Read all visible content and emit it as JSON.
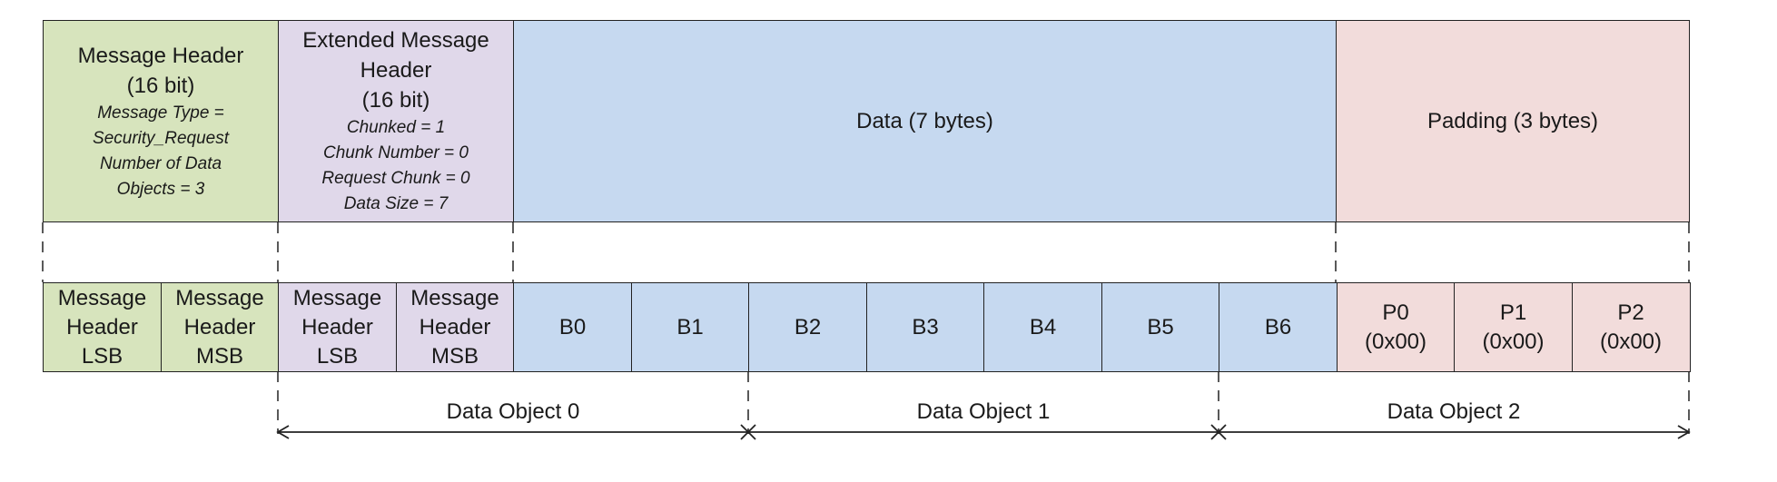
{
  "top": {
    "message_header": {
      "title_lines": [
        "Message Header",
        "(16 bit)"
      ],
      "detail_lines": [
        "Message Type =",
        "Security_Request",
        "Number of Data",
        "Objects = 3"
      ]
    },
    "extended_header": {
      "title_lines": [
        "Extended Message",
        "Header",
        "(16 bit)"
      ],
      "detail_lines": [
        "Chunked = 1",
        "Chunk Number = 0",
        "Request Chunk = 0",
        "Data Size = 7"
      ]
    },
    "data": {
      "label": "Data (7 bytes)"
    },
    "padding": {
      "label": "Padding (3 bytes)"
    }
  },
  "bytes": [
    {
      "lines": [
        "Message",
        "Header",
        "LSB"
      ],
      "color": "#d7e4bd"
    },
    {
      "lines": [
        "Message",
        "Header",
        "MSB"
      ],
      "color": "#d7e4bd"
    },
    {
      "lines": [
        "Message",
        "Header",
        "LSB"
      ],
      "color": "#e0d8ea"
    },
    {
      "lines": [
        "Message",
        "Header",
        "MSB"
      ],
      "color": "#e0d8ea"
    },
    {
      "lines": [
        "B0"
      ],
      "color": "#c6d9f0"
    },
    {
      "lines": [
        "B1"
      ],
      "color": "#c6d9f0"
    },
    {
      "lines": [
        "B2"
      ],
      "color": "#c6d9f0"
    },
    {
      "lines": [
        "B3"
      ],
      "color": "#c6d9f0"
    },
    {
      "lines": [
        "B4"
      ],
      "color": "#c6d9f0"
    },
    {
      "lines": [
        "B5"
      ],
      "color": "#c6d9f0"
    },
    {
      "lines": [
        "B6"
      ],
      "color": "#c6d9f0"
    },
    {
      "lines": [
        "P0",
        "(0x00)"
      ],
      "color": "#f2dcdb"
    },
    {
      "lines": [
        "P1",
        "(0x00)"
      ],
      "color": "#f2dcdb"
    },
    {
      "lines": [
        "P2",
        "(0x00)"
      ],
      "color": "#f2dcdb"
    }
  ],
  "data_objects": [
    "Data Object 0",
    "Data Object 1",
    "Data Object 2"
  ],
  "colors": {
    "header": "#d7e4bd",
    "extended_header": "#e0d8ea",
    "data": "#c6d9f0",
    "padding": "#f2dcdb",
    "border": "#222222"
  }
}
